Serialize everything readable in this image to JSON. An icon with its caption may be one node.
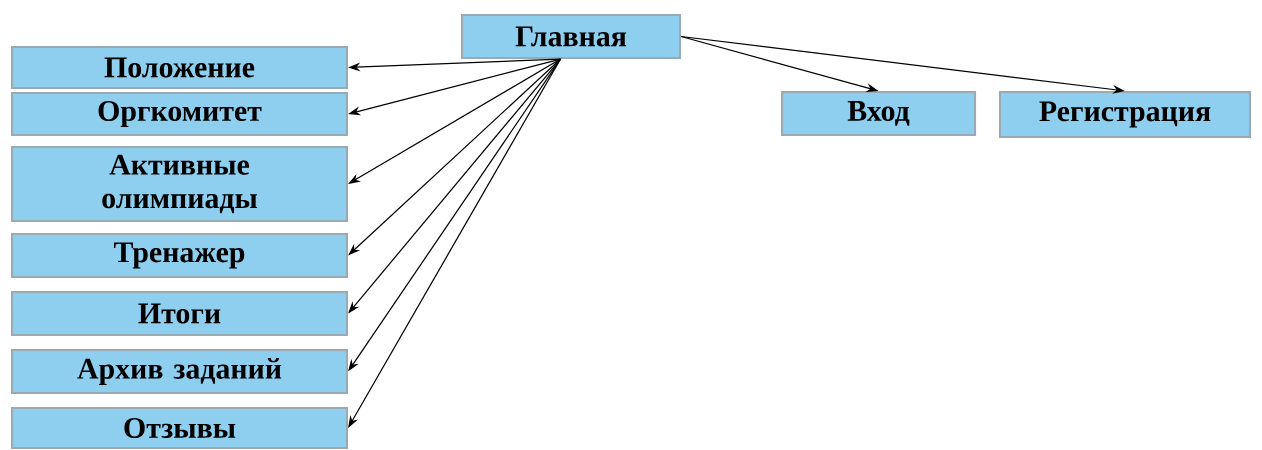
{
  "diagram": {
    "nodes": [
      {
        "text": [
          "Главная"
        ]
      },
      {
        "text": [
          "Положение"
        ]
      },
      {
        "text": [
          "Оргкомитет"
        ]
      },
      {
        "text": [
          "Активные олимпиады"
        ]
      },
      {
        "text": [
          "Тренажер"
        ]
      },
      {
        "text": [
          "Итоги"
        ]
      },
      {
        "text": [
          "Архив заданий"
        ]
      },
      {
        "text": [
          "Отзывы"
        ]
      },
      {
        "text": [
          "Вход"
        ]
      },
      {
        "text": [
          "Регистрация"
        ]
      }
    ],
    "edges": [
      {
        "from": 0,
        "to": 1,
        "arrow": "to"
      },
      {
        "from": 0,
        "to": 2,
        "arrow": "to"
      },
      {
        "from": 0,
        "to": 3,
        "arrow": "to"
      },
      {
        "from": 0,
        "to": 4,
        "arrow": "to"
      },
      {
        "from": 0,
        "to": 5,
        "arrow": "to"
      },
      {
        "from": 0,
        "to": 6,
        "arrow": "to"
      },
      {
        "from": 0,
        "to": 7,
        "arrow": "to"
      },
      {
        "from": 0,
        "to": 8,
        "arrow": "to"
      },
      {
        "from": 0,
        "to": 9,
        "arrow": "to"
      }
    ]
  }
}
